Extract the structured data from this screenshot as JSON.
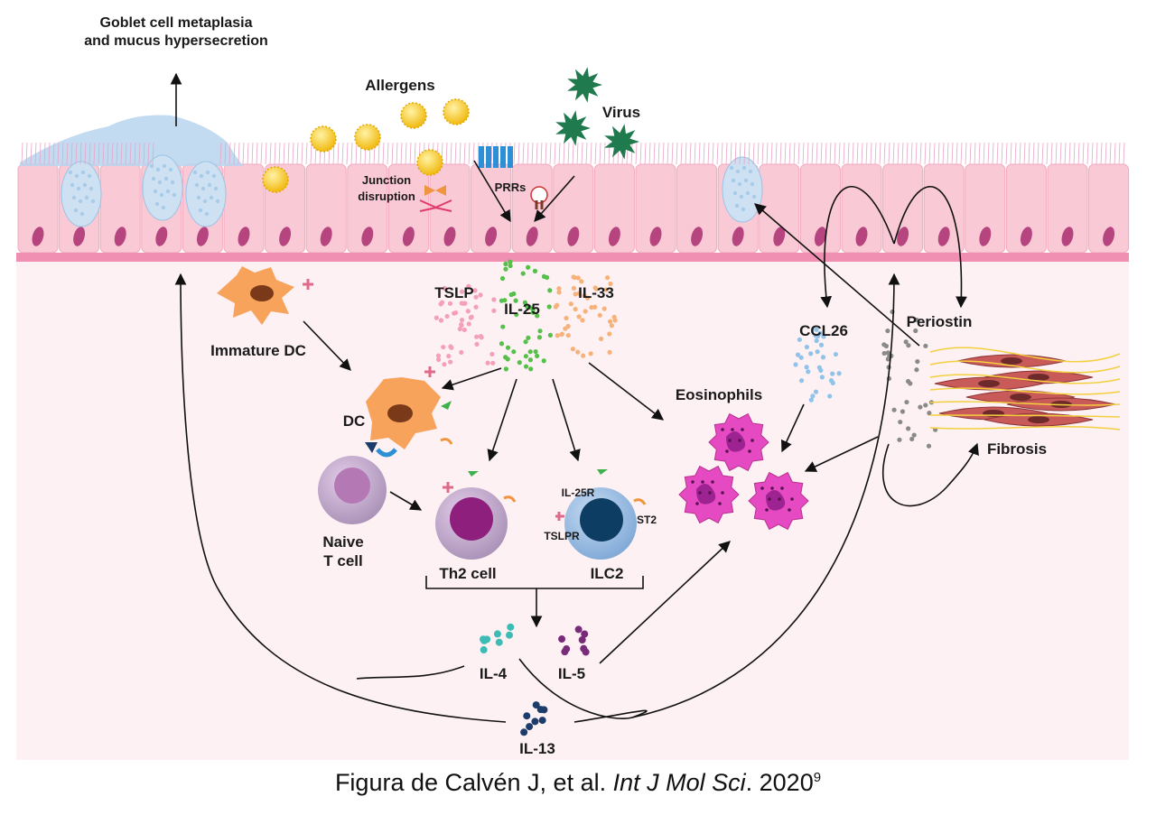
{
  "labels": {
    "goblet_line1": "Goblet cell metaplasia",
    "goblet_line2": "and mucus hypersecretion",
    "allergens": "Allergens",
    "virus": "Virus",
    "junction_line1": "Junction",
    "junction_line2": "disruption",
    "prrs": "PRRs",
    "tslp": "TSLP",
    "il25": "IL-25",
    "il33": "IL-33",
    "immature_dc": "Immature DC",
    "dc": "DC",
    "naive_line1": "Naive",
    "naive_line2": "T cell",
    "th2": "Th2 cell",
    "ilc2": "ILC2",
    "il25r": "IL-25R",
    "st2": "ST2",
    "tslpr": "TSLPR",
    "eosinophils": "Eosinophils",
    "ccl26": "CCL26",
    "periostin": "Periostin",
    "fibrosis": "Fibrosis",
    "il4": "IL-4",
    "il5": "IL-5",
    "il13": "IL-13"
  },
  "caption": {
    "text_a": "Figura de Calvén J, et al. ",
    "journal": "Int J Mol Sci",
    "text_b": ". 2020",
    "ref": "9"
  },
  "colors": {
    "epithelium": "#f9c9d6",
    "tissue": "#fdf1f4",
    "nucleus": "#b5447f",
    "mucus": "#a8cbe8",
    "allergen": "#f5c518",
    "virus": "#1f7a4d",
    "dc": "#f7a35c",
    "th2": "#8e1f7c",
    "ilc2": "#0d3d63",
    "eosinophil": "#e64ac2",
    "fibroblast": "#c85a5a",
    "il4": "#3cbcb4",
    "il5": "#7a2a7a",
    "il13": "#1c3d6b"
  }
}
